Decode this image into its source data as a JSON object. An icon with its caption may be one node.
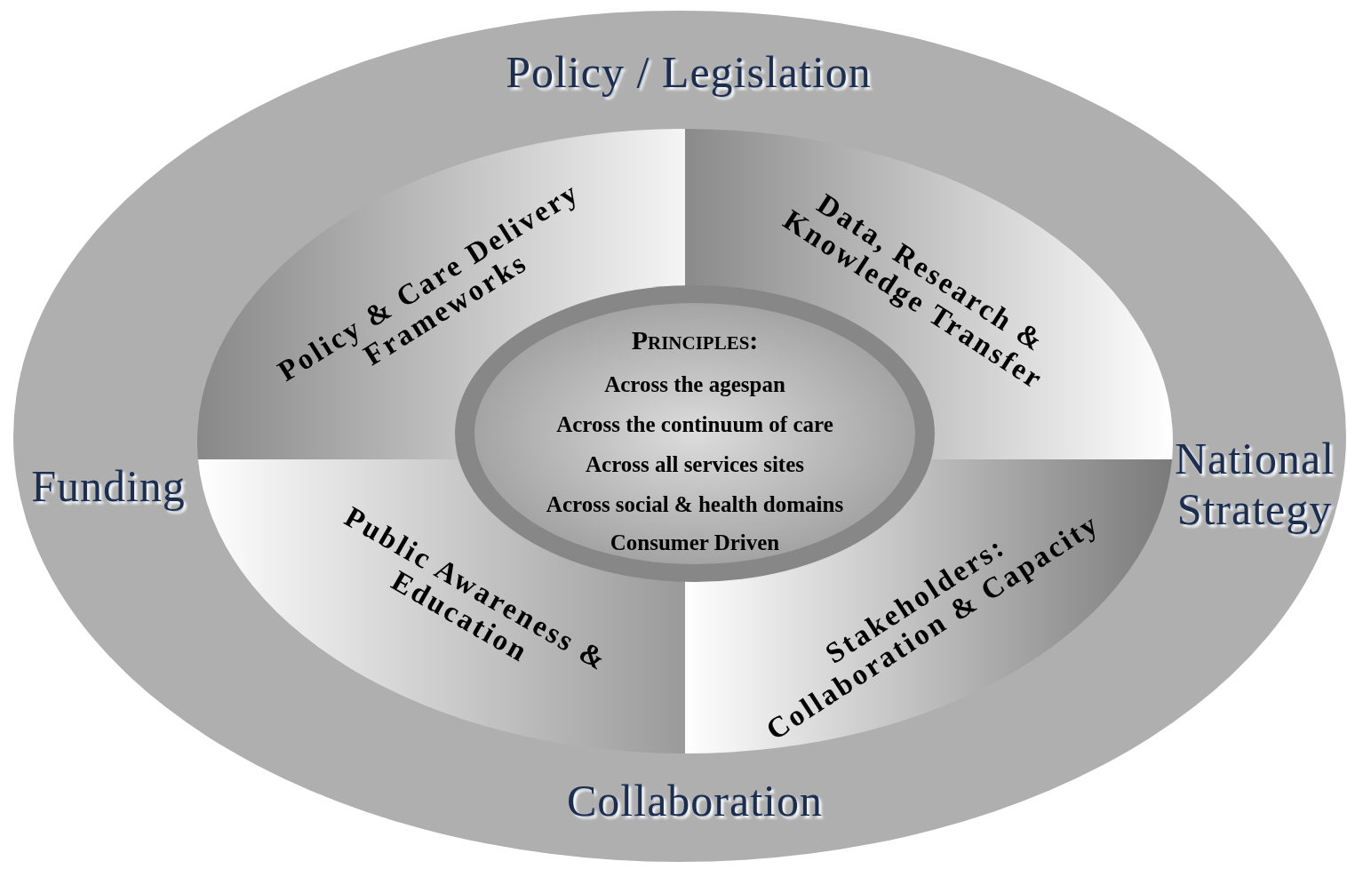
{
  "diagram": {
    "nodes": [
      {
        "text": [
          "Policy / Legislation",
          "Funding",
          "National Strategy",
          "Collaboration"
        ]
      },
      {
        "text": [
          "Policy & Care Delivery Frameworks"
        ],
        "in": 0
      },
      {
        "text": [
          "Data, Research & Knowledge Transfer"
        ],
        "in": 0
      },
      {
        "text": [
          "Public Awareness & Education"
        ],
        "in": 0
      },
      {
        "text": [
          "Stakeholders: Collaboration & Capacity"
        ],
        "in": 0
      },
      {
        "text": [
          "Principles:",
          "Across the agespan",
          "Across the continuum of care",
          "Across all services sites",
          "Across social & health domains",
          "Consumer Driven"
        ],
        "in": 0
      }
    ]
  }
}
